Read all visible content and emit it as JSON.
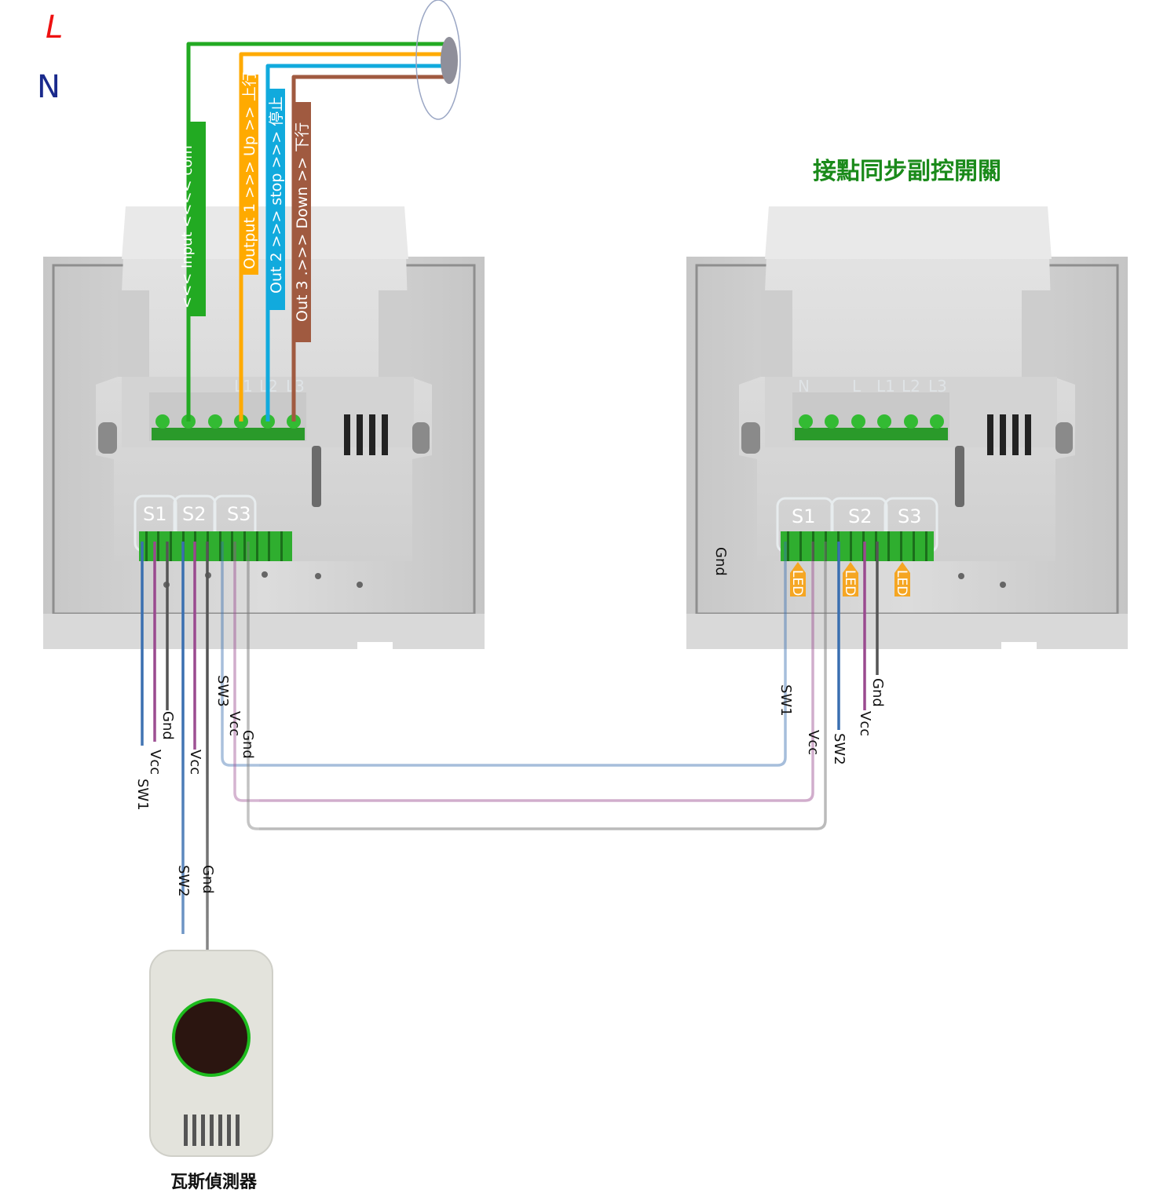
{
  "mains": {
    "live_label": "L",
    "neutral_label": "N"
  },
  "wire_tags": {
    "com": "<<<  Input  <<<<  com",
    "out1": "Output 1 >>> Up >> 上行",
    "out2": "Out 2  >>>  stop  >>> 停止",
    "out3": "Out 3 .>>>  Down  >>  下行"
  },
  "main_switch": {
    "terminals": [
      "L1",
      "L2",
      "L3"
    ],
    "groups": [
      "S1",
      "S2",
      "S3"
    ]
  },
  "sub_switch": {
    "title": "接點同步副控開關",
    "terminals": [
      "N",
      "L",
      "L1",
      "L2",
      "L3"
    ],
    "groups": [
      "S1",
      "S2",
      "S3"
    ],
    "gnd_label": "Gnd",
    "led_labels": [
      "LED",
      "LED",
      "LED"
    ],
    "wire_labels": {
      "sw1": "SW1",
      "vcc1": "Vcc",
      "sw2": "SW2",
      "gnd": "Gnd",
      "vcc2": "Vcc"
    }
  },
  "main_wire_labels": {
    "gnd1": "Gnd",
    "vcc1": "Vcc",
    "sw1": "SW1",
    "vcc2": "Vcc",
    "sw3": "SW3",
    "vcc3": "Vcc",
    "gnd3": "Gnd",
    "sw2": "SW2",
    "gnd2": "Gnd"
  },
  "detector": {
    "label": "瓦斯偵測器"
  },
  "colors": {
    "live": "#ff1a1a",
    "neutral": "#0d4fa8",
    "com": "#22aa22",
    "out1": "#ffaa00",
    "out2": "#11aadd",
    "out3": "#a05a40",
    "signal_blue": "#3a6fb0",
    "signal_purple": "#9a4a8f",
    "signal_gray": "#555555",
    "led": "#f5a623",
    "title_green": "#1a8a1a"
  }
}
